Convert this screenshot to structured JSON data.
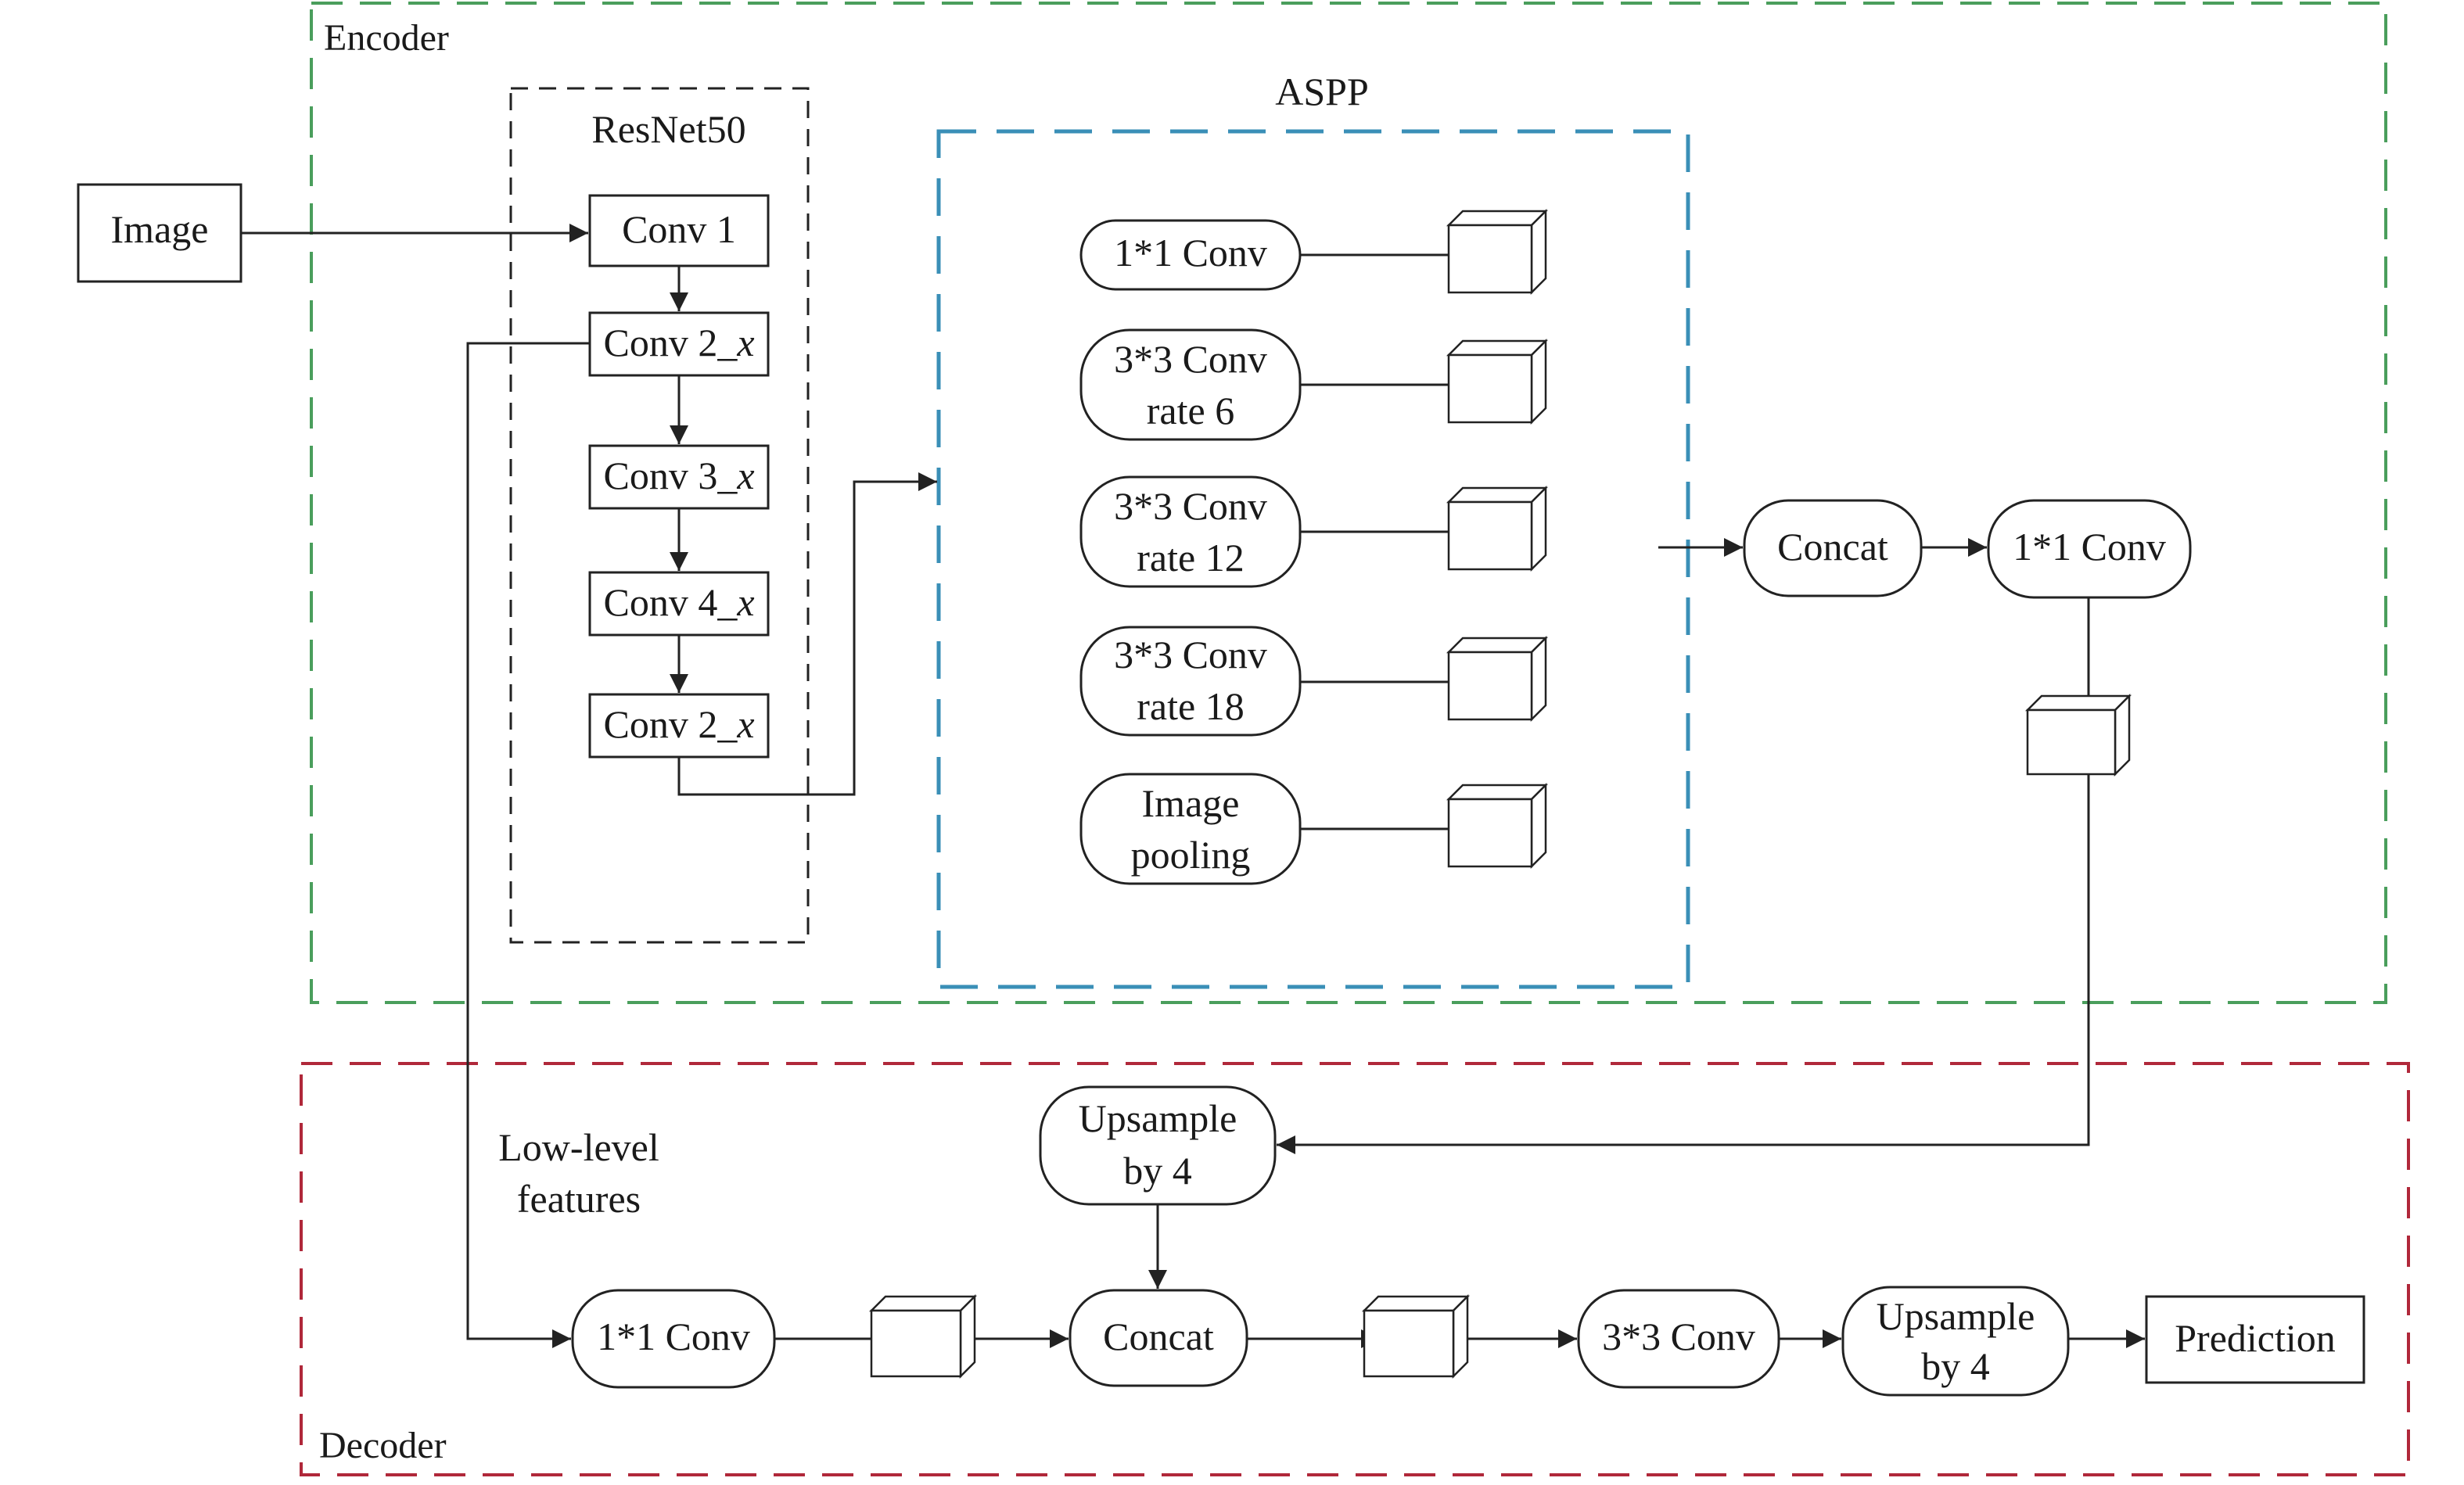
{
  "regions": {
    "encoder": {
      "label": "Encoder",
      "color": "#4a9e5c"
    },
    "decoder": {
      "label": "Decoder",
      "color": "#b0283a"
    },
    "resnet50": {
      "label": "ResNet50",
      "color": "#222222"
    },
    "aspp": {
      "label": "ASPP",
      "color": "#3a8fb7"
    }
  },
  "nodes": {
    "image": {
      "lines": [
        "Image"
      ]
    },
    "conv1": {
      "lines": [
        "Conv 1"
      ]
    },
    "conv2x": {
      "lines": [
        "Conv 2_",
        "x"
      ]
    },
    "conv3x": {
      "lines": [
        "Conv 3_",
        "x"
      ]
    },
    "conv4x": {
      "lines": [
        "Conv 4_",
        "x"
      ]
    },
    "conv2x_b": {
      "lines": [
        "Conv 2_",
        "x"
      ]
    },
    "aspp_1x1": {
      "lines": [
        "1*1 Conv"
      ]
    },
    "aspp_r6": {
      "lines": [
        "3*3 Conv",
        "rate 6"
      ]
    },
    "aspp_r12": {
      "lines": [
        "3*3 Conv",
        "rate 12"
      ]
    },
    "aspp_r18": {
      "lines": [
        "3*3 Conv",
        "rate 18"
      ]
    },
    "aspp_pool": {
      "lines": [
        "Image",
        "pooling"
      ]
    },
    "enc_concat": {
      "lines": [
        "Concat"
      ]
    },
    "enc_1x1": {
      "lines": [
        "1*1 Conv"
      ]
    },
    "dec_upsample1": {
      "lines": [
        "Upsample",
        "by 4"
      ]
    },
    "dec_1x1": {
      "lines": [
        "1*1 Conv"
      ]
    },
    "dec_concat": {
      "lines": [
        "Concat"
      ]
    },
    "dec_3x3": {
      "lines": [
        "3*3 Conv"
      ]
    },
    "dec_upsample2": {
      "lines": [
        "Upsample",
        "by 4"
      ]
    },
    "prediction": {
      "lines": [
        "Prediction"
      ]
    }
  },
  "annotations": {
    "low_level": {
      "lines": [
        "Low-level",
        "features"
      ]
    }
  }
}
